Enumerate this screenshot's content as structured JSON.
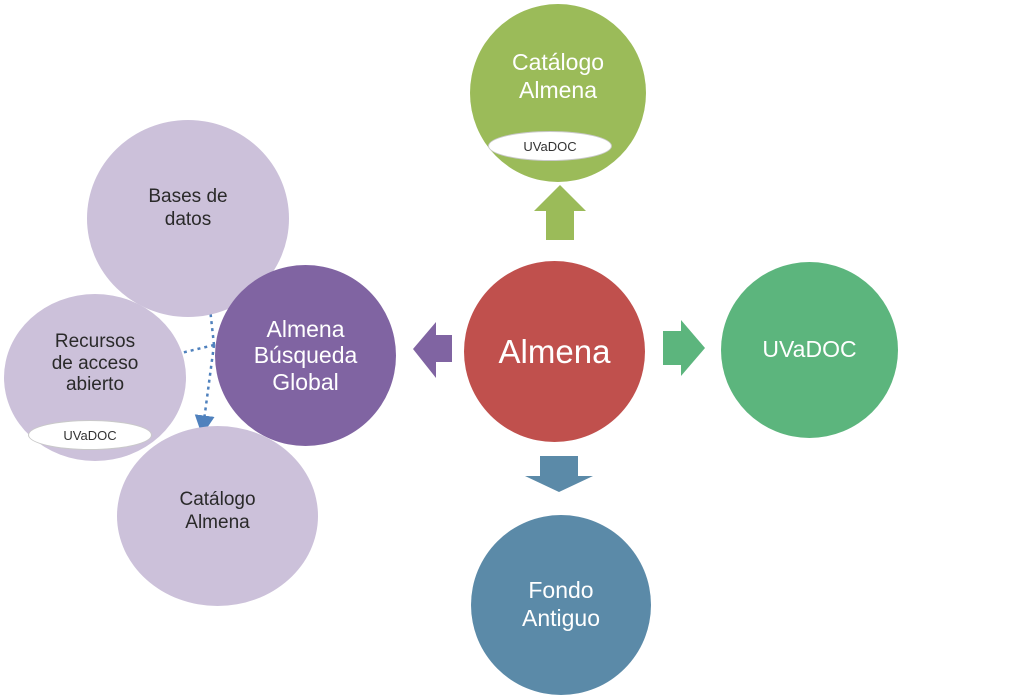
{
  "colors": {
    "center": "#c0504d",
    "top": "#9bbb59",
    "right": "#5cb57d",
    "bottom": "#5b8aa8",
    "left": "#8064a2",
    "satellite": "#ccc1da",
    "dotted_arrow": "#4f81bd"
  },
  "nodes": {
    "center": {
      "label": "Almena"
    },
    "top": {
      "label": "Catálogo\nAlmena",
      "tag": "UVaDOC"
    },
    "right": {
      "label": "UVaDOC"
    },
    "bottom": {
      "label": "Fondo\nAntiguo"
    },
    "left": {
      "label": "Almena\nBúsqueda\nGlobal"
    }
  },
  "satellites": {
    "bases": {
      "label": "Bases de\ndatos"
    },
    "recursos": {
      "label": "Recursos\nde acceso\nabierto",
      "tag": "UVaDOC"
    },
    "catalogo": {
      "label": "Catálogo\nAlmena"
    }
  }
}
